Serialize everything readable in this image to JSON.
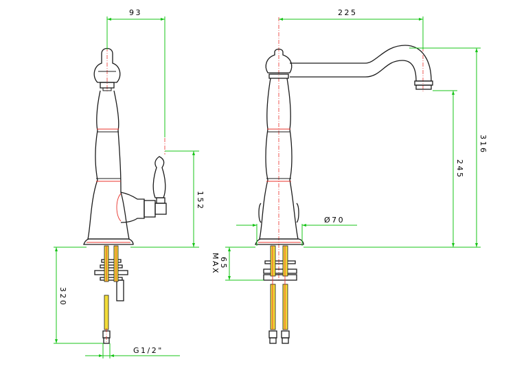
{
  "drawing": {
    "dim_top_side": "93",
    "dim_top_front": "225",
    "dim_handle_height": "152",
    "dim_spout_height": "245",
    "dim_total_height": "316",
    "dim_base_diameter": "Ø70",
    "dim_deck_thickness": "65",
    "dim_deck_max": "MAX",
    "dim_hose_length": "320",
    "dim_connection": "G1/2\""
  },
  "colors": {
    "dimension_lines": "#17c417",
    "outline": "#1a1a1a",
    "center_lines": "#e8312a",
    "hoses": "#f2dc3a"
  }
}
